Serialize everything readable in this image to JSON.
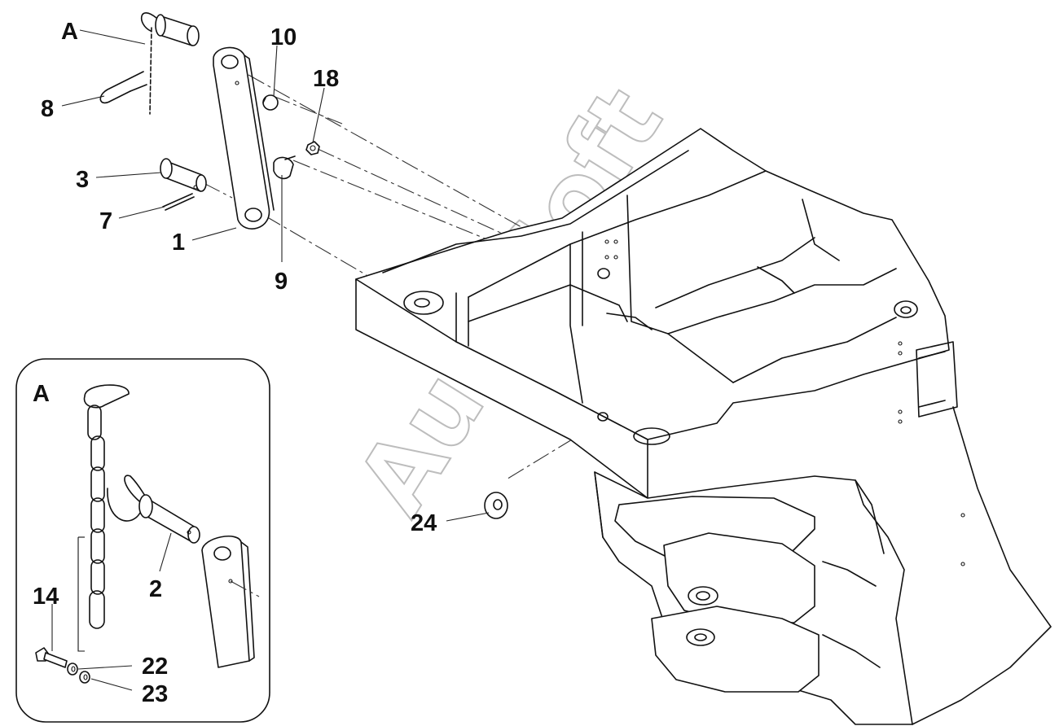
{
  "callouts": {
    "detail_ref": "A",
    "p1": "1",
    "p2": "2",
    "p3": "3",
    "p7": "7",
    "p8": "8",
    "p9": "9",
    "p10": "10",
    "p14": "14",
    "p18": "18",
    "p22": "22",
    "p23": "23",
    "p24": "24"
  },
  "detail": {
    "label": "A"
  },
  "watermark": "AutoSoft"
}
